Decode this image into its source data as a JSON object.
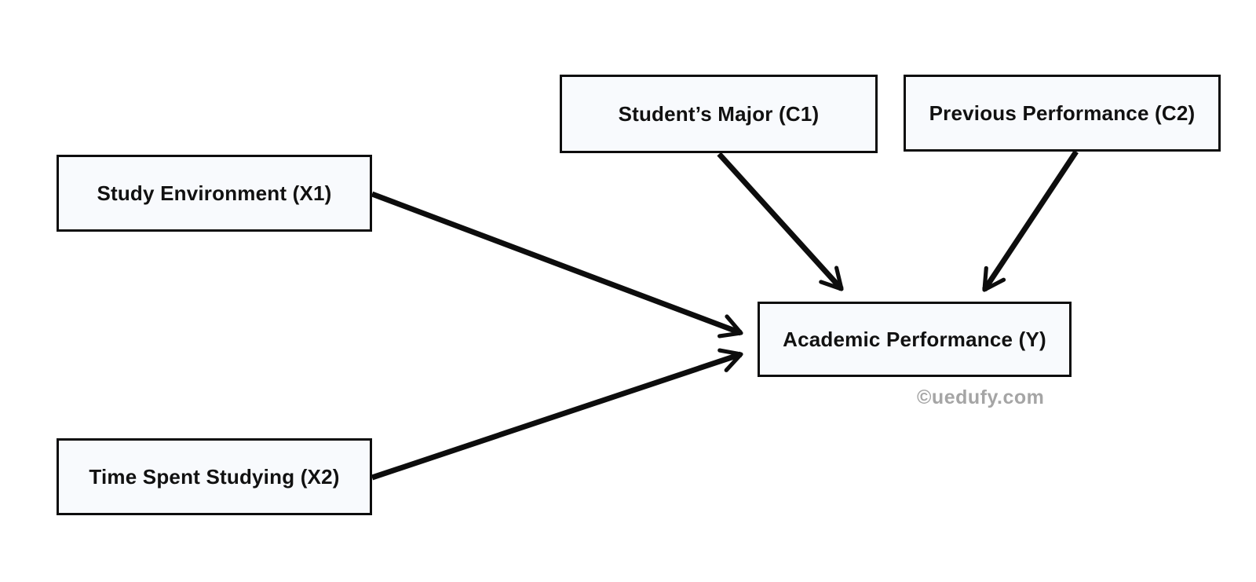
{
  "diagram": {
    "type": "path-model",
    "nodes": [
      {
        "id": "X1",
        "label": "Study Environment (X1)"
      },
      {
        "id": "X2",
        "label": "Time Spent Studying (X2)"
      },
      {
        "id": "C1",
        "label": "Student’s Major (C1)"
      },
      {
        "id": "C2",
        "label": "Previous Performance (C2)"
      },
      {
        "id": "Y",
        "label": "Academic Performance (Y)"
      }
    ],
    "edges": [
      {
        "from": "X1",
        "to": "Y"
      },
      {
        "from": "X2",
        "to": "Y"
      },
      {
        "from": "C1",
        "to": "Y"
      },
      {
        "from": "C2",
        "to": "Y"
      }
    ],
    "watermark": "©uedufy.com",
    "colors": {
      "background": "#ffffff",
      "node_fill": "#f8fafd",
      "node_border": "#0d0d0d",
      "arrow": "#0d0d0d",
      "watermark": "#a5a5a5"
    }
  }
}
